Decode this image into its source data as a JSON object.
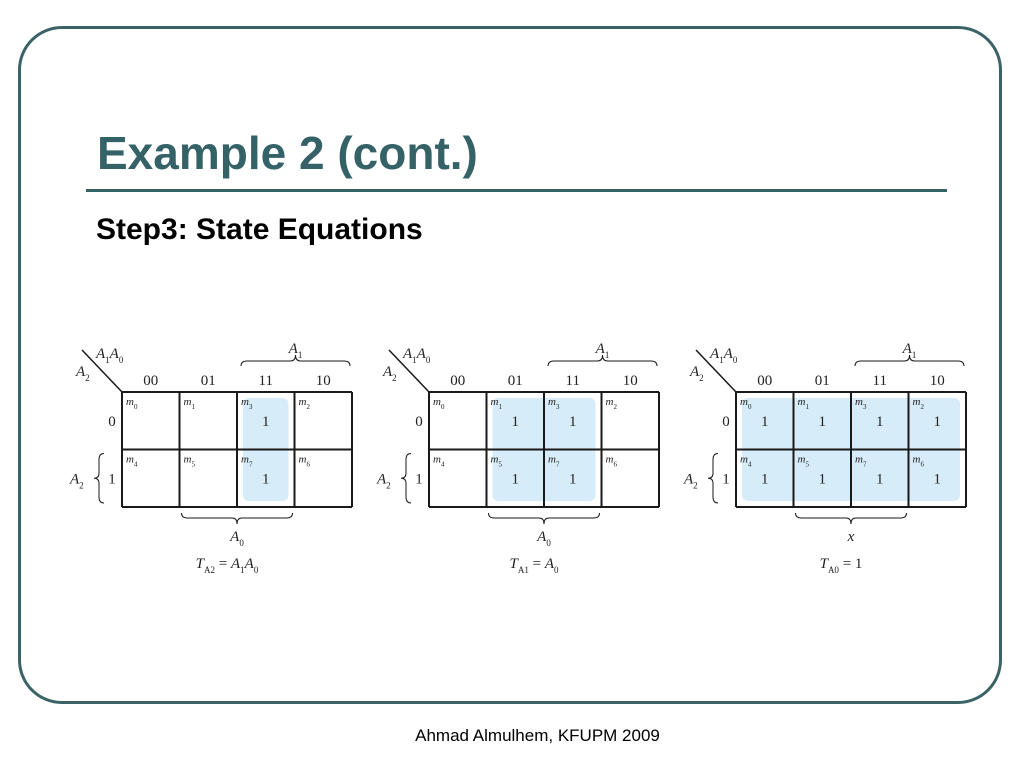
{
  "slide": {
    "title": "Example 2 (cont.)",
    "subtitle": "Step3: State Equations",
    "footer": "Ahmad Almulhem, KFUPM 2009"
  },
  "colors": {
    "title": "#356267",
    "frame": "#3b6367",
    "highlight": "#d6ecf8",
    "grid": "#1a1a1a"
  },
  "kmaps": [
    {
      "var_a": "A",
      "sub_a": "1",
      "var_b": "A",
      "sub_b": "0",
      "row_var": "A",
      "row_sub": "2",
      "top_brace_var": "A",
      "top_brace_sub": "1",
      "left_brace_var": "A",
      "left_brace_sub": "2",
      "col_headers": [
        "00",
        "01",
        "11",
        "10"
      ],
      "row_headers": [
        "0",
        "1"
      ],
      "minterms": [
        [
          "m",
          "0"
        ],
        [
          "m",
          "1"
        ],
        [
          "m",
          "3"
        ],
        [
          "m",
          "2"
        ],
        [
          "m",
          "4"
        ],
        [
          "m",
          "5"
        ],
        [
          "m",
          "7"
        ],
        [
          "m",
          "6"
        ]
      ],
      "cells": [
        "",
        "",
        "1",
        "",
        "",
        "",
        "1",
        ""
      ],
      "highlight": {
        "row": 0,
        "col": 2,
        "rows": 2,
        "cols": 1
      },
      "bottom_brace": {
        "var": "A",
        "sub": "0"
      },
      "equation": {
        "lhs_var": "T",
        "lhs_sub": "A2",
        "eq": " = ",
        "rhs": [
          [
            "A",
            "1"
          ],
          [
            "A",
            "0"
          ]
        ]
      }
    },
    {
      "var_a": "A",
      "sub_a": "1",
      "var_b": "A",
      "sub_b": "0",
      "row_var": "A",
      "row_sub": "2",
      "top_brace_var": "A",
      "top_brace_sub": "1",
      "left_brace_var": "A",
      "left_brace_sub": "2",
      "col_headers": [
        "00",
        "01",
        "11",
        "10"
      ],
      "row_headers": [
        "0",
        "1"
      ],
      "minterms": [
        [
          "m",
          "0"
        ],
        [
          "m",
          "1"
        ],
        [
          "m",
          "3"
        ],
        [
          "m",
          "2"
        ],
        [
          "m",
          "4"
        ],
        [
          "m",
          "5"
        ],
        [
          "m",
          "7"
        ],
        [
          "m",
          "6"
        ]
      ],
      "cells": [
        "",
        "1",
        "1",
        "",
        "",
        "1",
        "1",
        ""
      ],
      "highlight": {
        "row": 0,
        "col": 1,
        "rows": 2,
        "cols": 2
      },
      "bottom_brace": {
        "var": "A",
        "sub": "0"
      },
      "equation": {
        "lhs_var": "T",
        "lhs_sub": "A1",
        "eq": " = ",
        "rhs": [
          [
            "A",
            "0"
          ]
        ]
      }
    },
    {
      "var_a": "A",
      "sub_a": "1",
      "var_b": "A",
      "sub_b": "0",
      "row_var": "A",
      "row_sub": "2",
      "top_brace_var": "A",
      "top_brace_sub": "1",
      "left_brace_var": "A",
      "left_brace_sub": "2",
      "col_headers": [
        "00",
        "01",
        "11",
        "10"
      ],
      "row_headers": [
        "0",
        "1"
      ],
      "minterms": [
        [
          "m",
          "0"
        ],
        [
          "m",
          "1"
        ],
        [
          "m",
          "3"
        ],
        [
          "m",
          "2"
        ],
        [
          "m",
          "4"
        ],
        [
          "m",
          "5"
        ],
        [
          "m",
          "7"
        ],
        [
          "m",
          "6"
        ]
      ],
      "cells": [
        "1",
        "1",
        "1",
        "1",
        "1",
        "1",
        "1",
        "1"
      ],
      "highlight": {
        "row": 0,
        "col": 0,
        "rows": 2,
        "cols": 4
      },
      "bottom_brace": {
        "var": "x",
        "sub": ""
      },
      "equation": {
        "lhs_var": "T",
        "lhs_sub": "A0",
        "eq": " = ",
        "rhs_text": "1"
      }
    }
  ]
}
